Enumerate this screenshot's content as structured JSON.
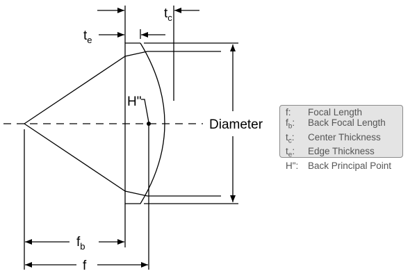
{
  "labels": {
    "tc": "t",
    "tc_sub": "c",
    "te": "t",
    "te_sub": "e",
    "h": "H\"",
    "diameter": "Diameter",
    "fb": "f",
    "fb_sub": "b",
    "f": "f"
  },
  "legend": [
    {
      "key": "f",
      "sub": "",
      "label": "Focal Length"
    },
    {
      "key": "f",
      "sub": "b",
      "label": "Back Focal Length"
    },
    {
      "key": "t",
      "sub": "c",
      "label": "Center Thickness"
    },
    {
      "key": "t",
      "sub": "e",
      "label": "Edge Thickness"
    },
    {
      "key": "H\"",
      "sub": "",
      "label": "Back Principal Point"
    }
  ]
}
